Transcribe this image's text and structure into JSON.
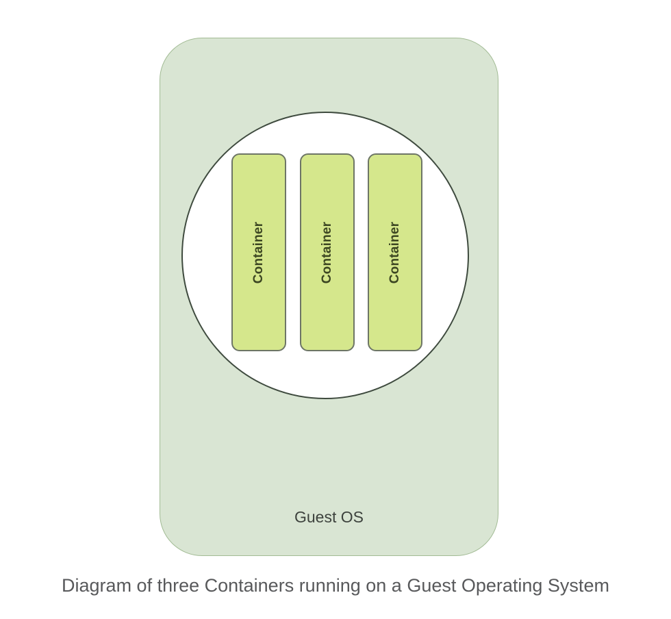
{
  "diagram": {
    "guest_os_label": "Guest OS",
    "containers": [
      {
        "label": "Container"
      },
      {
        "label": "Container"
      },
      {
        "label": "Container"
      }
    ]
  },
  "caption": "Diagram of three Containers running on a Guest Operating System",
  "colors": {
    "guest_os_fill": "#d9e5d3",
    "guest_os_border": "#a2bb94",
    "circle_fill": "#ffffff",
    "circle_border": "#3e4a3e",
    "container_fill": "#d5e78c",
    "container_border": "#6d7566",
    "container_text": "#3c4622",
    "guest_os_text": "#3d423d",
    "caption_text": "#58595b"
  }
}
